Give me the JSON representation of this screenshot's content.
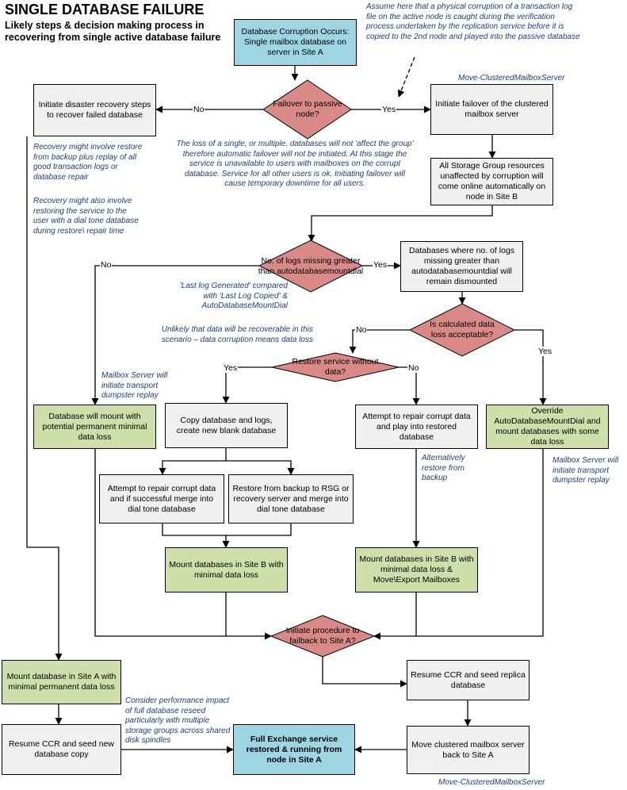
{
  "header": {
    "title": "SINGLE DATABASE FAILURE",
    "subtitle": "Likely steps & decision making process in recovering from single active database failure"
  },
  "boxes": {
    "corruption": "Database Corruption Occurs: Single mailbox database on server in Site A",
    "initiate_dr": "Initiate disaster recovery steps to recover failed database",
    "initiate_failover": "Initiate failover of the clustered mailbox server",
    "sg_resources": "All Storage Group resources unaffected by corruption will come online automatically on node in Site B",
    "dbs_dismounted": "Databases where no. of logs missing greater than autodatabasemountdial will remain dismounted",
    "db_mount_loss": "Database will mount with potential permanent minimal data loss",
    "copy_db": "Copy database and logs, create new blank database",
    "attempt_repair_play": "Attempt to repair corrupt data and play into restored database",
    "override": "Override AutoDatabaseMountDial and mount databases with some data loss",
    "attempt_repair_merge": "Attempt to repair corrupt data and if successful merge into dial tone database",
    "restore_rsg": "Restore from backup to RSG or recovery server and merge into dial tone database",
    "mount_site_b_minimal": "Mount databases in Site B with minimal data loss",
    "mount_site_b_move": "Mount databases in Site B with minimal data loss & Move\\Export Mailboxes",
    "mount_site_a": "Mount database in Site A with minimal permanent data loss",
    "resume_ccr_seed_replica": "Resume CCR and seed replica database",
    "resume_ccr_new_copy": "Resume CCR and seed new database copy",
    "full_service": "Full Exchange service restored & running from node in Site A",
    "move_back": "Move clustered mailbox server back to Site A"
  },
  "decisions": {
    "failover_passive": "Failover to passive node?",
    "logs_missing": "No. of logs missing greater than autodatabasemountdial",
    "data_loss_acceptable": "Is calculated data loss acceptable?",
    "restore_without_data": "Restore service without data?",
    "failback": "Initiate procedure to failback to Site A?"
  },
  "labels": {
    "no": "No",
    "yes": "Yes"
  },
  "notes": {
    "assume": "Assume here that a physical corruption of a transaction log file on the active node is caught during the verification process undertaken by the replication service before it is copied to the 2nd node and played into the passive database",
    "move_cms_top": "Move-ClusteredMailboxServer",
    "loss_single": "The loss of a single, or multiple, databases will not 'affect the group' therefore automatic failover will not be initiated. At this stage the service is unavailable to users with mailboxes on the corrupt database. Service for all other users is ok. Initiating failover will cause temporary downtime for all users.",
    "recovery_backup": "Recovery might involve restore from backup plus replay of all good transaction logs or database repair",
    "recovery_dial_tone": "Recovery might also involve restoring the service to the user with a dial tone database during restore\\ repair time",
    "last_log": "'Last log Generated' compared with 'Last Log Copied' & AutoDatabaseMountDial",
    "unlikely": "Unlikely that data will be recoverable in this scenario – data corruption means data loss",
    "mailbox_server_left": "Mailbox Server will initiate transport dumpster replay",
    "alternatively": "Alternatively restore from backup",
    "mailbox_server_right": "Mailbox Server will initiate transport dumpster replay",
    "consider_perf": "Consider performance impact of full database reseed particularly with multiple storage groups across shared disk spindles",
    "move_cms_bottom": "Move-ClusteredMailboxServer"
  },
  "colors": {
    "start_end": "#9dd5e3",
    "process": "#f0f0f0",
    "mount": "#cfdfaa",
    "decision": "#d98a87",
    "note_text": "#1f3b7a"
  }
}
